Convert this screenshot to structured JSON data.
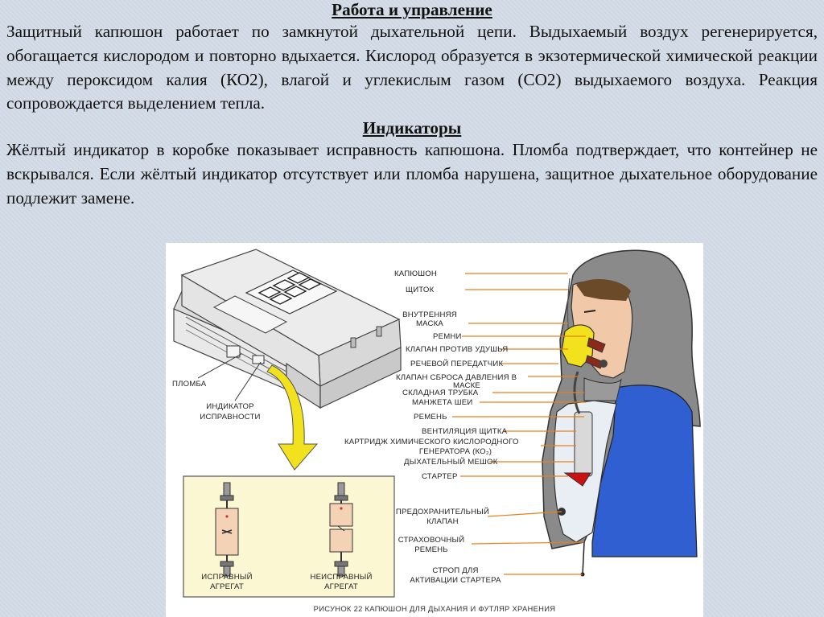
{
  "section1": {
    "title": "Работа и управление",
    "text": "Защитный капюшон работает по замкнутой дыхательной цепи. Выдыхаемый воздух регенерируется, обогащается кислородом и повторно вдыхается. Кислород образуется в экзотермической химической реакции между пероксидом калия (КО2), влагой и углекислым газом (СО2) выдыхаемого воздуха. Реакция сопровождается выделением тепла."
  },
  "section2": {
    "title": "Индикаторы",
    "text": "Жёлтый индикатор в коробке показывает исправность капюшона. Пломба подтверждает, что контейнер не вскрывался. Если жёлтый индикатор отсутствует или пломба нарушена, защитное дыхательное оборудование подлежит замене."
  },
  "figure": {
    "box_labels": {
      "seal": "ПЛОМБА",
      "indicator_line1": "ИНДИКАТОР",
      "indicator_line2": "ИСПРАВНОСТИ"
    },
    "inset": {
      "good_line1": "ИСПРАВНЫЙ",
      "good_line2": "АГРЕГАТ",
      "bad_line1": "НЕИСПРАВНЫЙ",
      "bad_line2": "АГРЕГАТ"
    },
    "parts": [
      {
        "text": "КАПЮШОН"
      },
      {
        "text": "ЩИТОК"
      },
      {
        "text": "ВНУТРЕННЯЯ"
      },
      {
        "text": "МАСКА"
      },
      {
        "text": "РЕМНИ"
      },
      {
        "text": "КЛАПАН ПРОТИВ УДУШЬЯ"
      },
      {
        "text": "РЕЧЕВОЙ ПЕРЕДАТЧИК"
      },
      {
        "text": "КЛАПАН СБРОСА ДАВЛЕНИЯ В"
      },
      {
        "text": "МАСКЕ"
      },
      {
        "text": "СКЛАДНАЯ ТРУБКА"
      },
      {
        "text": "МАНЖЕТА ШЕИ"
      },
      {
        "text": "РЕМЕНЬ"
      },
      {
        "text": "ВЕНТИЛЯЦИЯ ЩИТКА"
      },
      {
        "text": "КАРТРИДЖ ХИМИЧЕСКОГО КИСЛОРОДНОГО"
      },
      {
        "text": "ГЕНЕРАТОРА (КО₂)"
      },
      {
        "text": "ДЫХАТЕЛЬНЫЙ МЕШОК"
      },
      {
        "text": "СТАРТЕР"
      },
      {
        "text": "ПРЕДОХРАНИТЕЛЬНЫЙ"
      },
      {
        "text": "КЛАПАН"
      },
      {
        "text": "СТРАХОВОЧНЫЙ"
      },
      {
        "text": "РЕМЕНЬ"
      },
      {
        "text": "СТРОП ДЛЯ"
      },
      {
        "text": "АКТИВАЦИИ СТАРТЕРА"
      }
    ],
    "caption": "РИСУНОК 22 КАПЮШОН ДЛЯ ДЫХАНИЯ И ФУТЛЯР ХРАНЕНИЯ",
    "colors": {
      "hood": "#8a8a8a",
      "jacket": "#2f5fd0",
      "yellow": "#f1e21d",
      "red": "#cc1010",
      "leader": "#e8801a"
    }
  }
}
